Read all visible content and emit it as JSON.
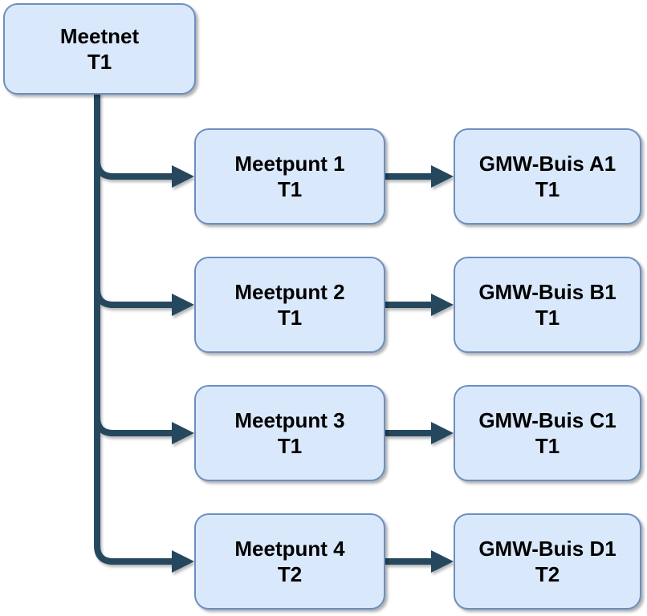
{
  "diagram": {
    "root": {
      "title": "Meetnet",
      "subtitle": "T1"
    },
    "rows": [
      {
        "meetpunt": {
          "title": "Meetpunt 1",
          "subtitle": "T1"
        },
        "gmw": {
          "title": "GMW-Buis A1",
          "subtitle": "T1"
        }
      },
      {
        "meetpunt": {
          "title": "Meetpunt 2",
          "subtitle": "T1"
        },
        "gmw": {
          "title": "GMW-Buis B1",
          "subtitle": "T1"
        }
      },
      {
        "meetpunt": {
          "title": "Meetpunt 3",
          "subtitle": "T1"
        },
        "gmw": {
          "title": "GMW-Buis C1",
          "subtitle": "T1"
        }
      },
      {
        "meetpunt": {
          "title": "Meetpunt 4",
          "subtitle": "T2"
        },
        "gmw": {
          "title": "GMW-Buis D1",
          "subtitle": "T2"
        }
      }
    ]
  },
  "colors": {
    "node_fill": "#dae8fc",
    "node_border": "#6c8ebf",
    "connector": "#25485e",
    "text": "#000000",
    "background": "#ffffff"
  }
}
